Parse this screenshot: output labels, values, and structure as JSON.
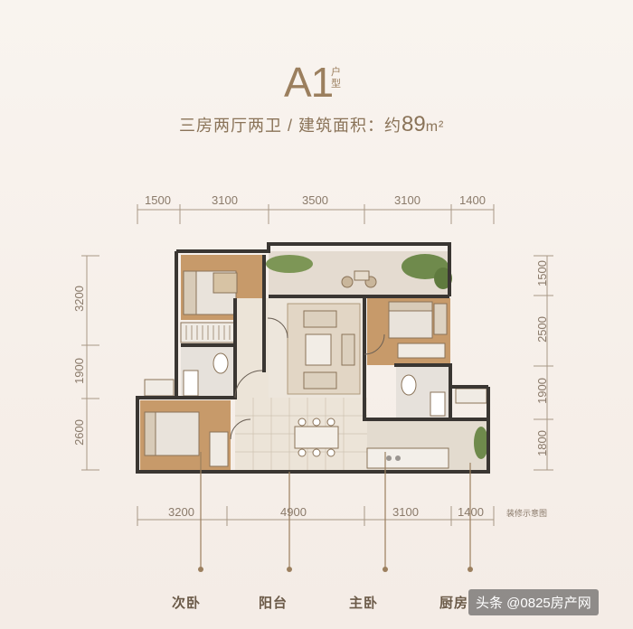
{
  "header": {
    "title": "A1",
    "title_suffix": "户型",
    "subtitle_text": "三房两厅两卫 / 建筑面积：约",
    "area_value": "89",
    "area_unit": "m²"
  },
  "dimensions": {
    "top": [
      "1500",
      "3100",
      "3500",
      "3100",
      "1400"
    ],
    "bottom": [
      "3200",
      "4900",
      "3100",
      "1400"
    ],
    "left": [
      "3200",
      "1900",
      "2600"
    ],
    "right": [
      "1500",
      "2500",
      "1900",
      "1800"
    ]
  },
  "note": "装修示意图",
  "room_labels": [
    "次卧",
    "阳台",
    "主卧",
    "厨房"
  ],
  "watermark": "头条 @0825房产网",
  "colors": {
    "accent": "#9b7f5e",
    "floor_wood": "#c79a6a",
    "floor_tile": "#e9e1d6",
    "wall": "#3a3632",
    "plant": "#6f8a4c"
  }
}
